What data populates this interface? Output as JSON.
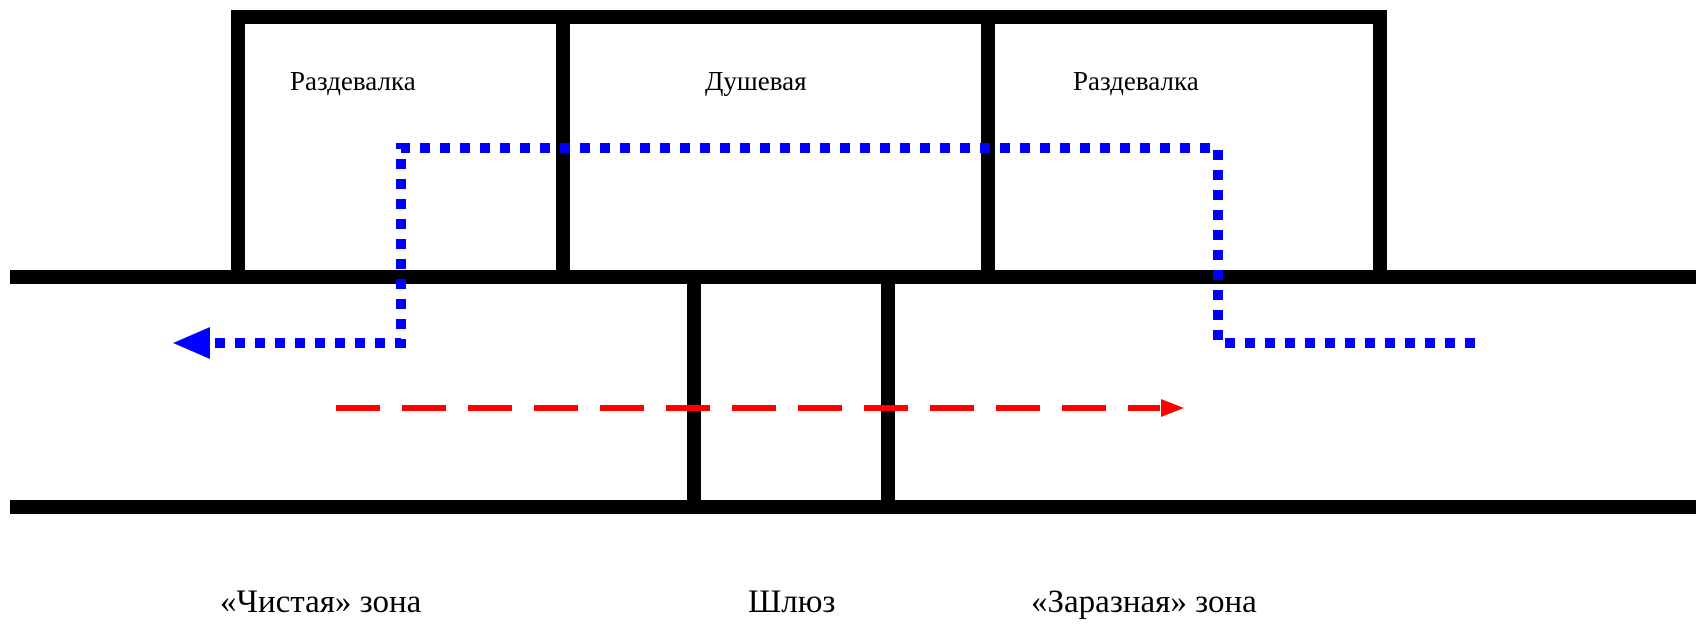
{
  "rooms": {
    "left_changing_room": "Раздевалка",
    "shower_room": "Душевая",
    "right_changing_room": "Раздевалка"
  },
  "zones": {
    "clean_zone": "«Чистая» зона",
    "airlock": "Шлюз",
    "infectious_zone": "«Заразная» зона"
  },
  "colors": {
    "walls": "#000000",
    "clean_path": "#0000ff",
    "dirty_path": "#ff0000"
  }
}
